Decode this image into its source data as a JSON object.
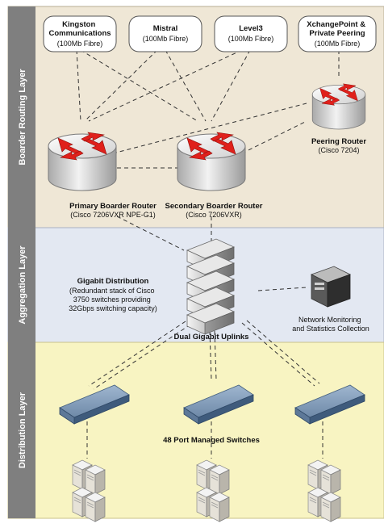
{
  "layers": {
    "routing": {
      "label": "Boarder Routing Layer",
      "color": "#efe7d6"
    },
    "aggregation": {
      "label": "Aggregation Layer",
      "color": "#e3e8f2"
    },
    "distribution": {
      "label": "Distribution Layer",
      "color": "#f8f4c2"
    }
  },
  "side_bar_color": "#7f7f7f",
  "upstreams": [
    {
      "name": "Kingston\nCommunications",
      "detail": "(100Mb Fibre)"
    },
    {
      "name": "Mistral",
      "detail": "(100Mb Fibre)"
    },
    {
      "name": "Level3",
      "detail": "(100Mb Fibre)"
    },
    {
      "name": "XchangePoint &\nPrivate Peering",
      "detail": "(100Mb Fibre)"
    }
  ],
  "routers": {
    "primary": {
      "name": "Primary Boarder Router",
      "detail": "(Cisco 7206VXR NPE-G1)"
    },
    "secondary": {
      "name": "Secondary Boarder Router",
      "detail": "(Cisco 7206VXR)"
    },
    "peering": {
      "name": "Peering Router",
      "detail": "(Cisco 7204)"
    }
  },
  "aggregation": {
    "title": "Gigabit Distribution",
    "description": "(Redundant stack of Cisco\n3750 switches providing\n32Gbps switching capacity)",
    "monitoring": "Network Monitoring\nand Statistics Collection",
    "uplinks": "Dual Gigabit Uplinks"
  },
  "distribution": {
    "switches_label": "48 Port Managed Switches"
  },
  "colors": {
    "router_arrow": "#e0201b",
    "router_body": "#d9d9d9",
    "link": "#333333"
  }
}
